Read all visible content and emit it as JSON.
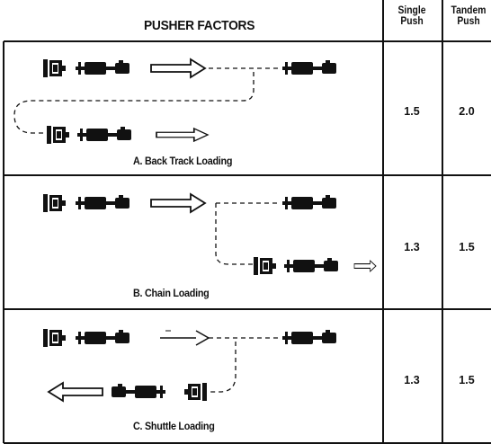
{
  "header": {
    "title": "PUSHER FACTORS",
    "single_line1": "Single",
    "single_line2": "Push",
    "tandem_line1": "Tandem",
    "tandem_line2": "Push"
  },
  "rows": [
    {
      "caption": "A. Back Track Loading",
      "single": "1.5",
      "tandem": "2.0"
    },
    {
      "caption": "B. Chain Loading",
      "single": "1.3",
      "tandem": "1.5"
    },
    {
      "caption": "C. Shuttle Loading",
      "single": "1.3",
      "tandem": "1.5"
    }
  ],
  "colors": {
    "ink": "#111111",
    "background": "#ffffff"
  },
  "icons": [
    "pusher-dozer-icon",
    "scraper-icon",
    "direction-arrow-icon"
  ]
}
